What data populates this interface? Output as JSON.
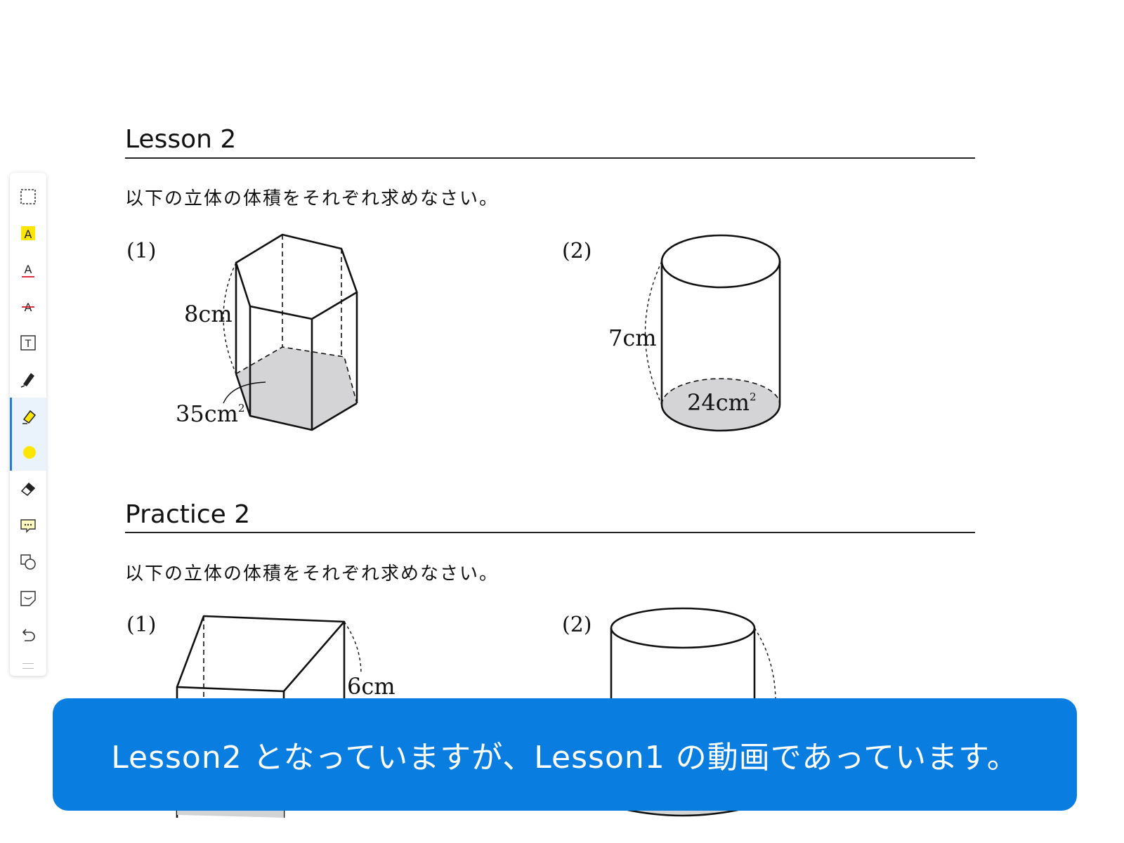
{
  "lesson": {
    "title": "Lesson 2",
    "instruction": "以下の立体の体積をそれぞれ求めなさい。",
    "q1": {
      "label": "(1)",
      "height": "8cm",
      "area": "35cm",
      "area_exp": "2"
    },
    "q2": {
      "label": "(2)",
      "height": "7cm",
      "area": "24cm",
      "area_exp": "2"
    }
  },
  "practice": {
    "title": "Practice 2",
    "instruction": "以下の立体の体積をそれぞれ求めなさい。",
    "q1": {
      "label": "(1)",
      "height": "6cm"
    },
    "q2": {
      "label": "(2)"
    }
  },
  "toolbar": {
    "tools": [
      "select-tool",
      "highlight-text-tool",
      "underline-text-tool",
      "strikethrough-text-tool",
      "textbox-tool",
      "pen-tool",
      "highlighter-tool",
      "color-tool",
      "eraser-tool",
      "comment-tool",
      "shape-tool",
      "sticker-tool",
      "undo-tool"
    ],
    "active_tool": "highlighter-tool",
    "current_color": "#ffe600"
  },
  "caption": {
    "text": "Lesson2 となっていますが、Lesson1 の動画であっています。"
  },
  "colors": {
    "accent": "#0a7de0",
    "highlight": "#ffe600",
    "fill": "#d4d4d6"
  }
}
